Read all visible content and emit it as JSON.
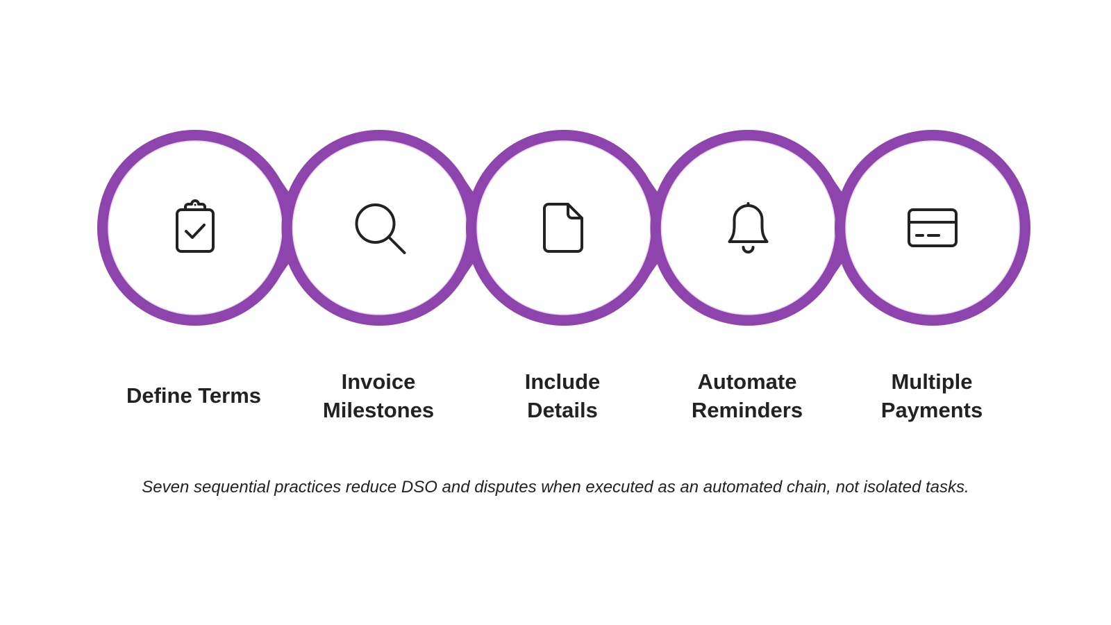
{
  "colors": {
    "ring": "#8e44ad",
    "icon": "#222222",
    "text": "#222222",
    "background": "#ffffff"
  },
  "steps": [
    {
      "icon": "clipboard-check-icon",
      "label": "Define Terms"
    },
    {
      "icon": "search-icon",
      "label": "Invoice\nMilestones"
    },
    {
      "icon": "document-icon",
      "label": "Include\nDetails"
    },
    {
      "icon": "bell-icon",
      "label": "Automate\nReminders"
    },
    {
      "icon": "credit-card-icon",
      "label": "Multiple\nPayments"
    }
  ],
  "caption": "Seven sequential practices reduce DSO and disputes when executed as an automated chain, not isolated tasks."
}
